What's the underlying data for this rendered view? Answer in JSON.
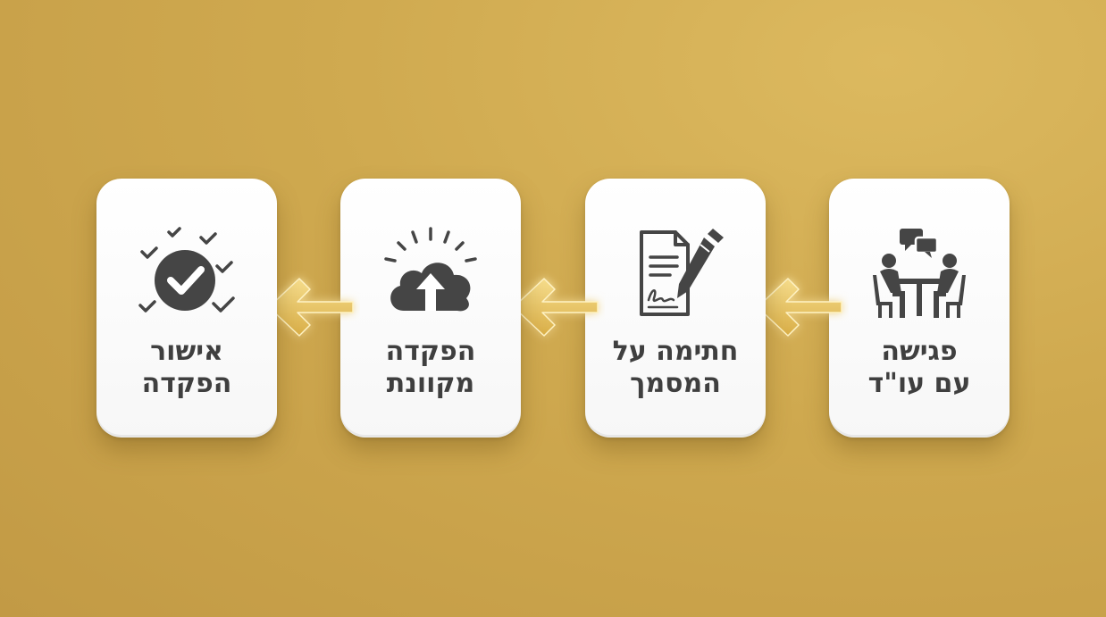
{
  "colors": {
    "background": "#cfa94f",
    "card": "#ffffff",
    "icon": "#454545",
    "text": "#3f3f3f",
    "arrow": "#e7c15d"
  },
  "steps": [
    {
      "line1": "פגישה",
      "line2": "עם עו\"ד",
      "icon": "meeting-icon"
    },
    {
      "line1": "חתימה על",
      "line2": "המסמך",
      "icon": "signature-document-icon"
    },
    {
      "line1": "הפקדה",
      "line2": "מקוונת",
      "icon": "cloud-upload-icon"
    },
    {
      "line1": "אישור",
      "line2": "הפקדה",
      "icon": "approval-check-icon"
    }
  ],
  "flow_direction": "right-to-left"
}
